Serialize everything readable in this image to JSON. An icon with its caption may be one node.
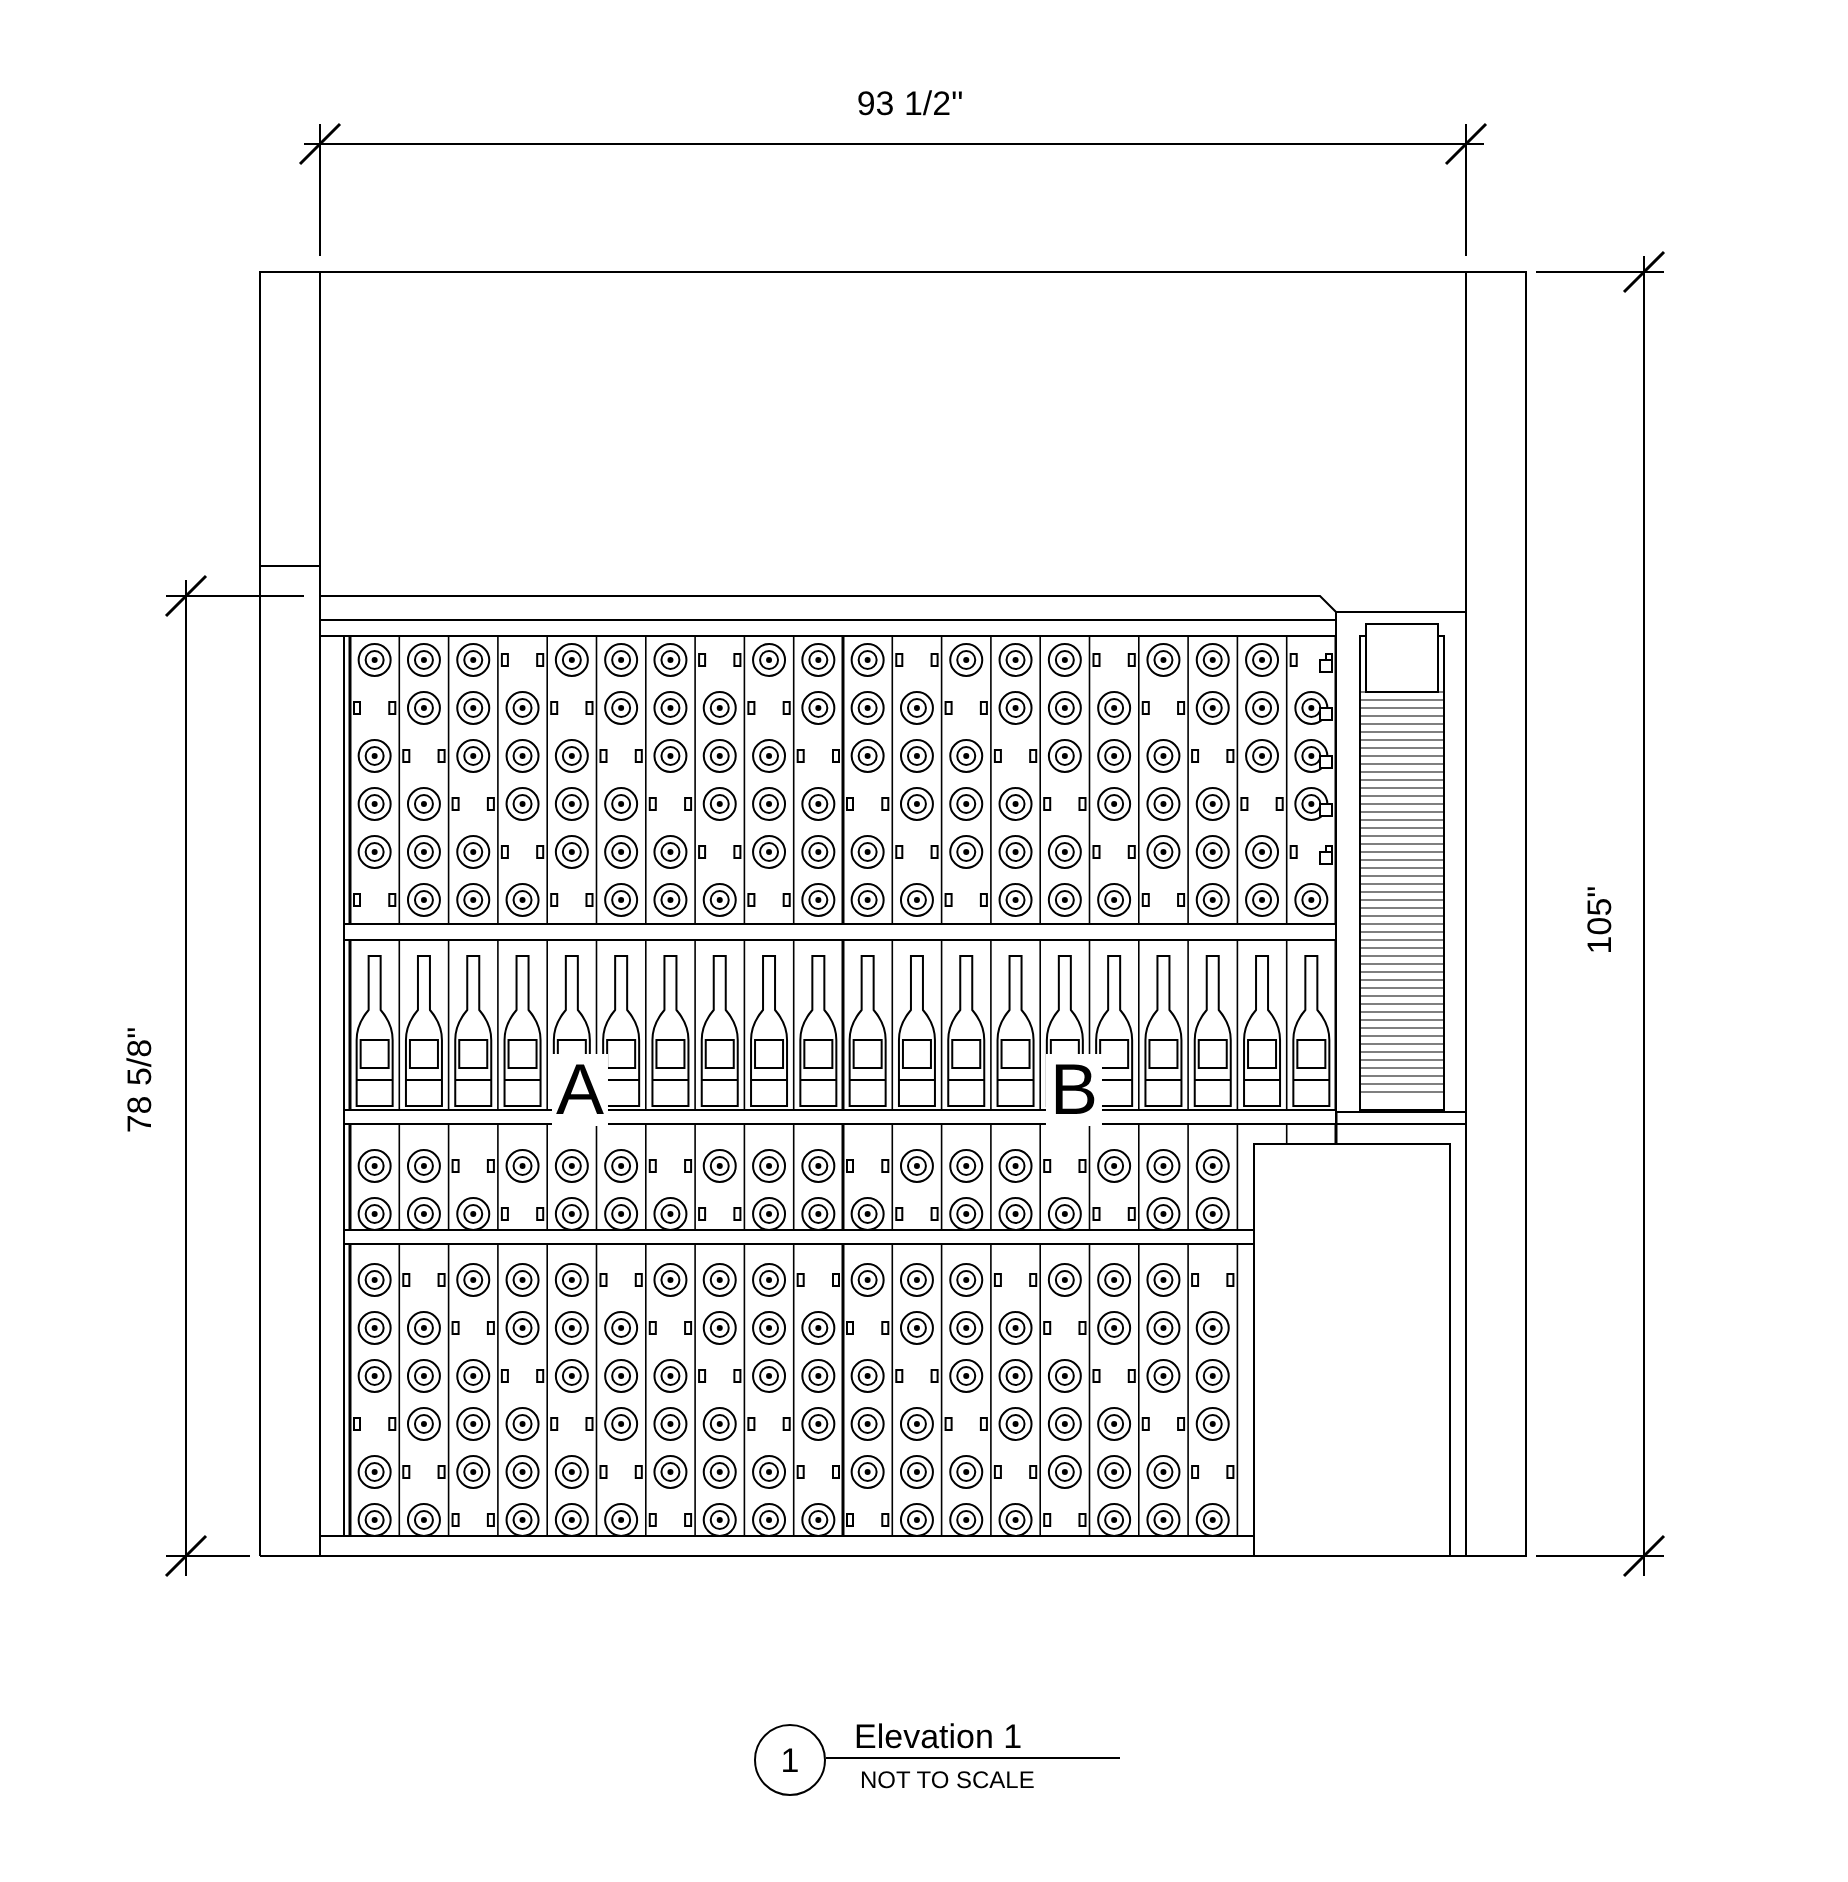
{
  "diagram": {
    "title": "Elevation 1",
    "caption": "NOT TO SCALE",
    "nodes": [
      {
        "text": [
          "1"
        ]
      }
    ],
    "labels": [
      "93 1/2\"",
      "105\"",
      "78 5/8\"",
      "A",
      "B"
    ]
  }
}
